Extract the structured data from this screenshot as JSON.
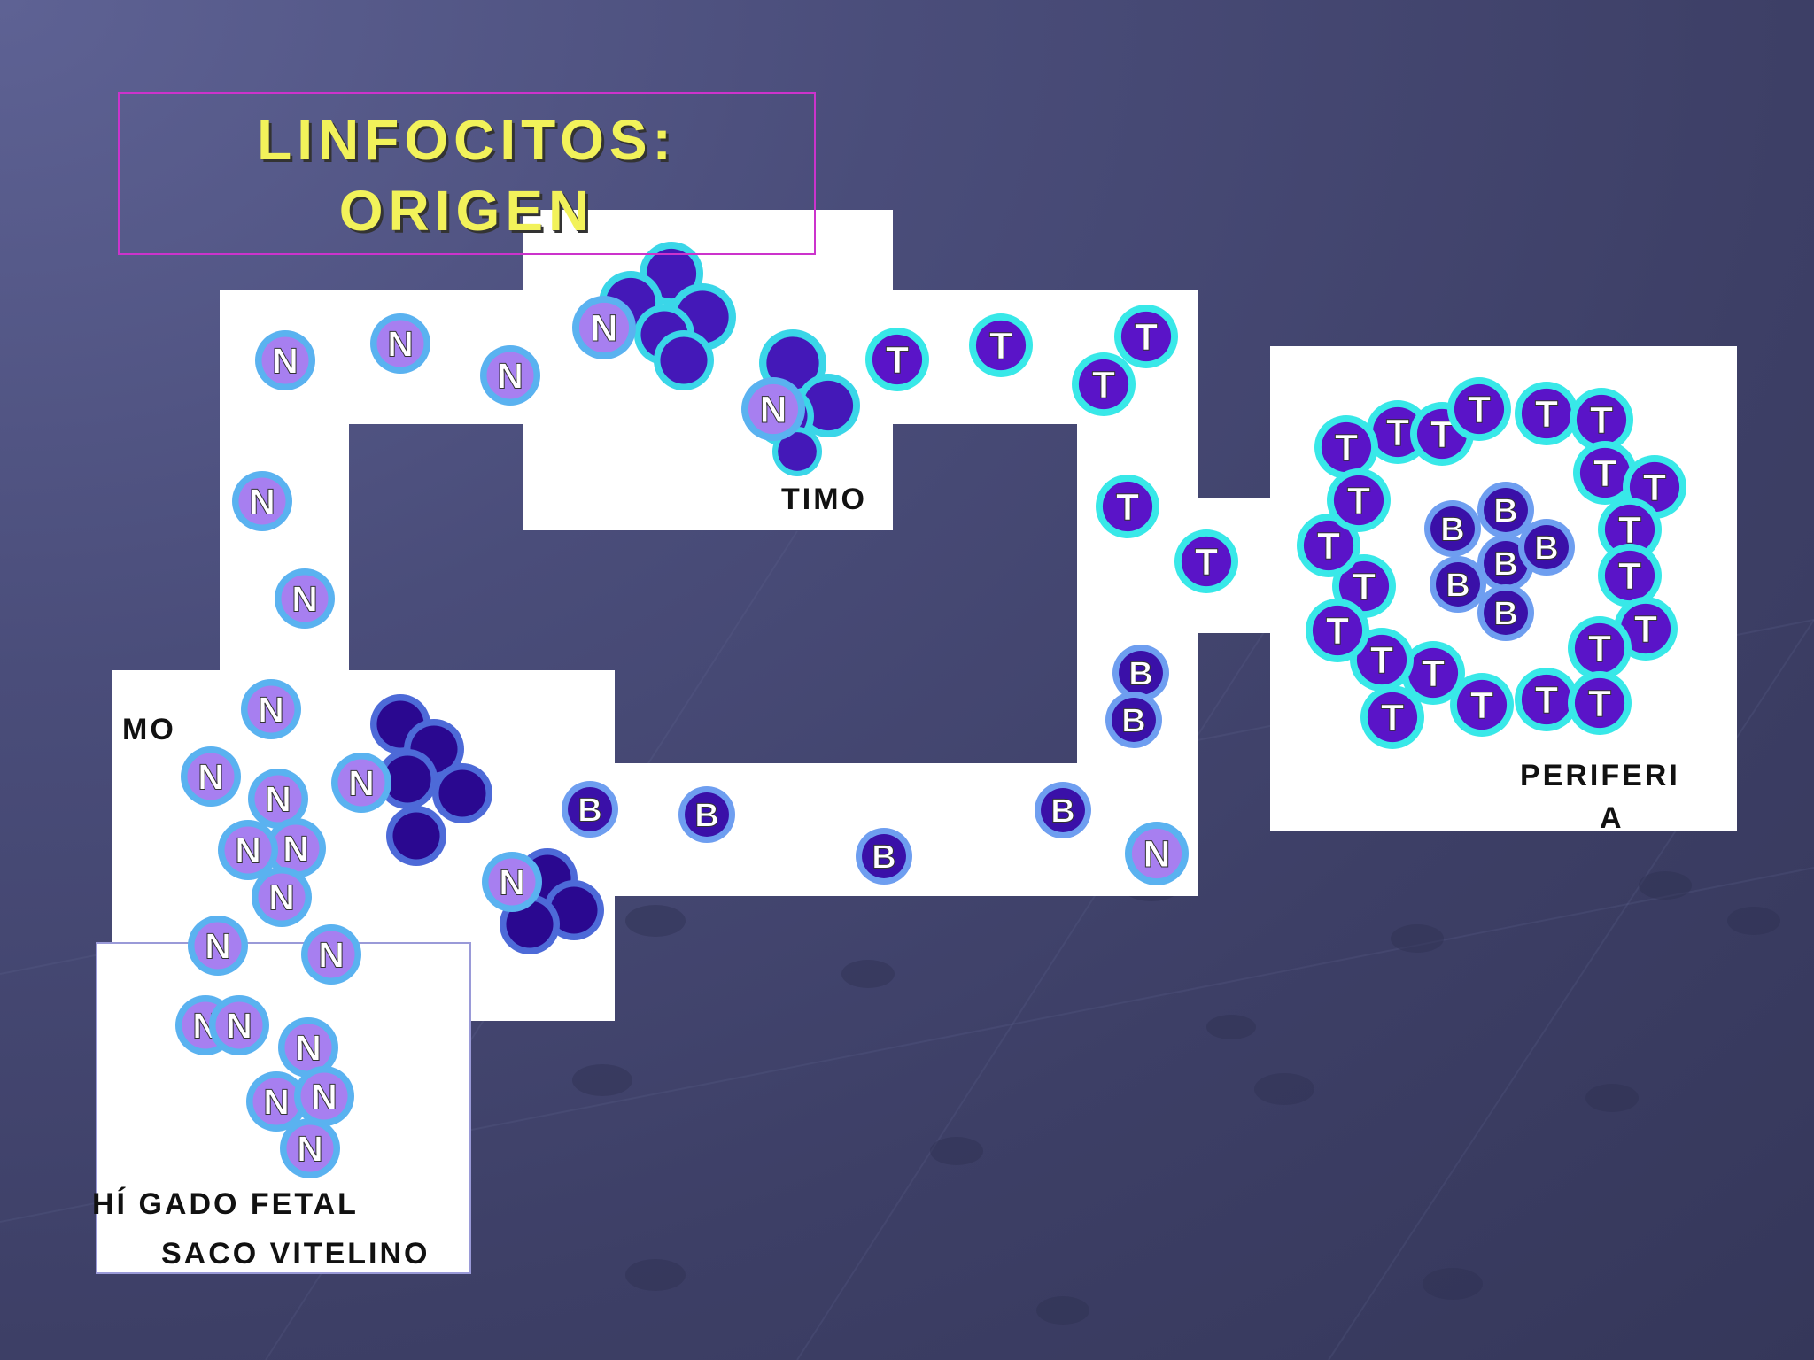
{
  "title": {
    "line1": "LINFOCITOS:",
    "line2": "ORIGEN"
  },
  "regions": {
    "timo": "TIMO",
    "mo": "MO",
    "periferia_line1": "PERIFERI",
    "periferia_line2": "A",
    "higado_fetal": "HÍ GADO FETAL",
    "saco_vitelino": "SACO VITELINO"
  },
  "cell_types": {
    "N": {
      "letter": "N",
      "fill": "#a77ff0",
      "ring": "#5ab2f0"
    },
    "T": {
      "letter": "T",
      "fill": "#5a14c8",
      "ring": "#38e8e8"
    },
    "B": {
      "letter": "B",
      "fill": "#3a10a8",
      "ring": "#6e9ef0"
    },
    "blank": {
      "fill": "#4418b8",
      "ring": "#3ad6e8"
    },
    "blank_dark": {
      "fill": "#2a0890",
      "ring": "#4d6ad8"
    }
  },
  "colors": {
    "path": "#ffffff",
    "title_text": "#f2f25a",
    "title_border": "#cc33cc",
    "label_text": "#111111"
  }
}
